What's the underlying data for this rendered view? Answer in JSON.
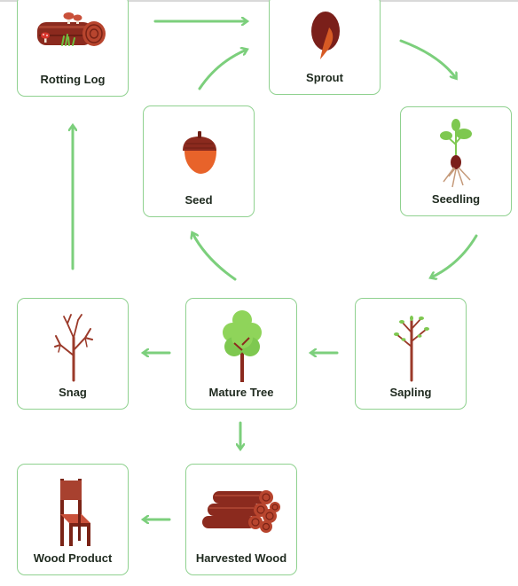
{
  "nodes": {
    "rotting_log": {
      "label": "Rotting Log",
      "icon": "rotting-log-icon"
    },
    "sprout": {
      "label": "Sprout",
      "icon": "sprout-seed-icon"
    },
    "seed": {
      "label": "Seed",
      "icon": "acorn-icon"
    },
    "seedling": {
      "label": "Seedling",
      "icon": "seedling-icon"
    },
    "snag": {
      "label": "Snag",
      "icon": "bare-tree-icon"
    },
    "mature_tree": {
      "label": "Mature Tree",
      "icon": "tree-icon"
    },
    "sapling": {
      "label": "Sapling",
      "icon": "sapling-icon"
    },
    "wood_product": {
      "label": "Wood Product",
      "icon": "chair-icon"
    },
    "harvested_wood": {
      "label": "Harvested Wood",
      "icon": "log-pile-icon"
    }
  },
  "colors": {
    "arrow": "#7ccf7c",
    "card_border": "#8fd18f",
    "wood": "#8b2a1e",
    "leaf": "#7ec850",
    "acorn": "#e8632a"
  }
}
